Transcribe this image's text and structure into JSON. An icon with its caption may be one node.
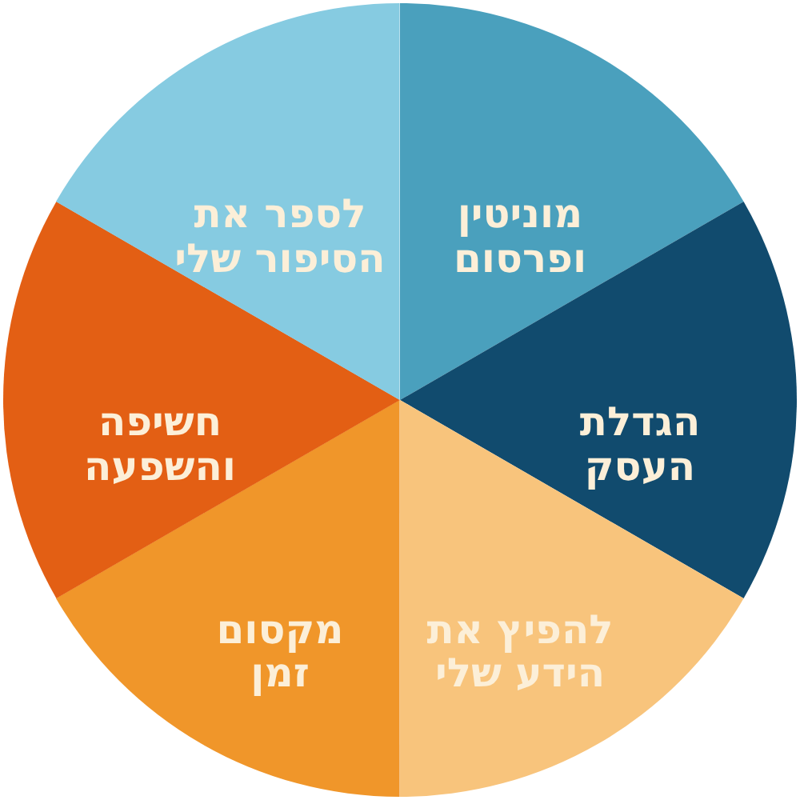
{
  "diagram": {
    "nodes": [
      {
        "text": [
          "מוניטין ופרסום"
        ]
      },
      {
        "text": [
          "הגדלת העסק"
        ]
      },
      {
        "text": [
          "להפיץ את הידע שלי"
        ]
      },
      {
        "text": [
          "מקסום זמן"
        ]
      },
      {
        "text": [
          "חשיפה והשפעה"
        ]
      },
      {
        "text": [
          "לספר את הסיפור שלי"
        ]
      }
    ]
  }
}
